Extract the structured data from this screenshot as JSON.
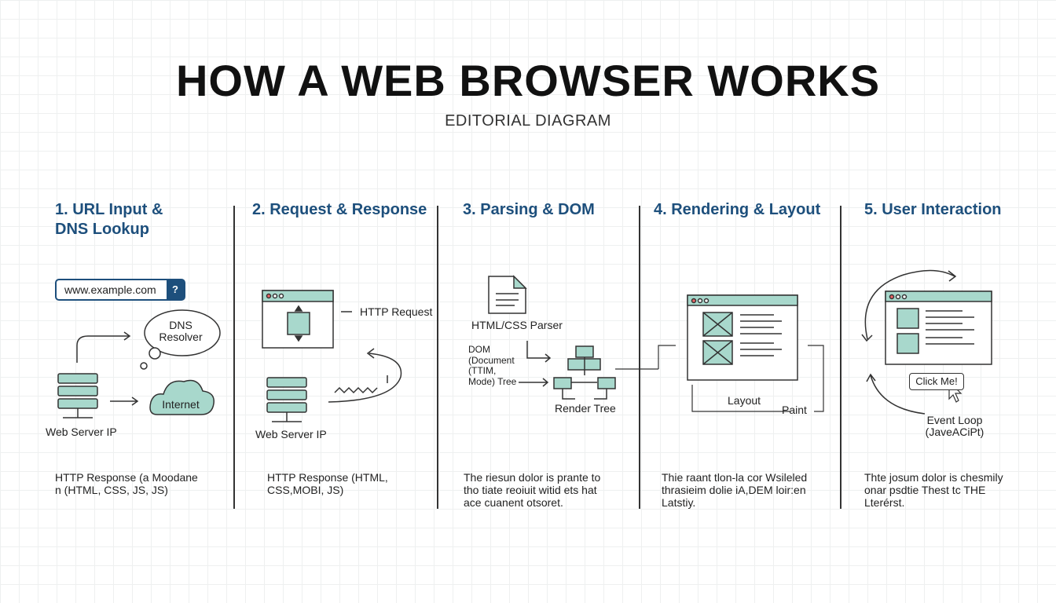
{
  "header": {
    "title": "HOW A WEB BROWSER WORKS",
    "subtitle": "EDITORIAL DIAGRAM"
  },
  "colors": {
    "accent": "#a8d8cc",
    "heading": "#1d4f7c"
  },
  "steps": [
    {
      "title": "1. URL Input & DNS Lookup",
      "url": "www.example.com",
      "url_icon": "question-icon",
      "labels": {
        "dns": "DNS Resolver",
        "internet": "Internet",
        "server": "Web Server IP"
      },
      "desc": "HTTP Response (a Moodane n (HTML, CSS, JS, JS)"
    },
    {
      "title": "2. Request & Response",
      "labels": {
        "request": "HTTP Request",
        "server": "Web Server IP"
      },
      "desc": "HTTP Response (HTML, CSS,MOBI, JS)"
    },
    {
      "title": "3. Parsing & DOM",
      "labels": {
        "parser": "HTML/CSS Parser",
        "dom": "DOM (Document (TTIM, Mode) Tree",
        "render_tree": "Render Tree"
      },
      "desc": "The riesun dolor is prante to tho tiate reoiuit witid ets hat ace cuanent otsoret."
    },
    {
      "title": "4. Rendering & Layout",
      "labels": {
        "layout": "Layout",
        "paint": "Paint"
      },
      "desc": "Thie raant tlon-la cor Wsileled thrasieim dolie iA,DEM loir:en Latstiy."
    },
    {
      "title": "5. User Interaction",
      "labels": {
        "button": "Click Me!",
        "event_loop": "Event Loop (JaveACiPt)"
      },
      "desc": "Thte josum dolor is chesmily onar psdtie Thest tc THE Lterérst."
    }
  ]
}
